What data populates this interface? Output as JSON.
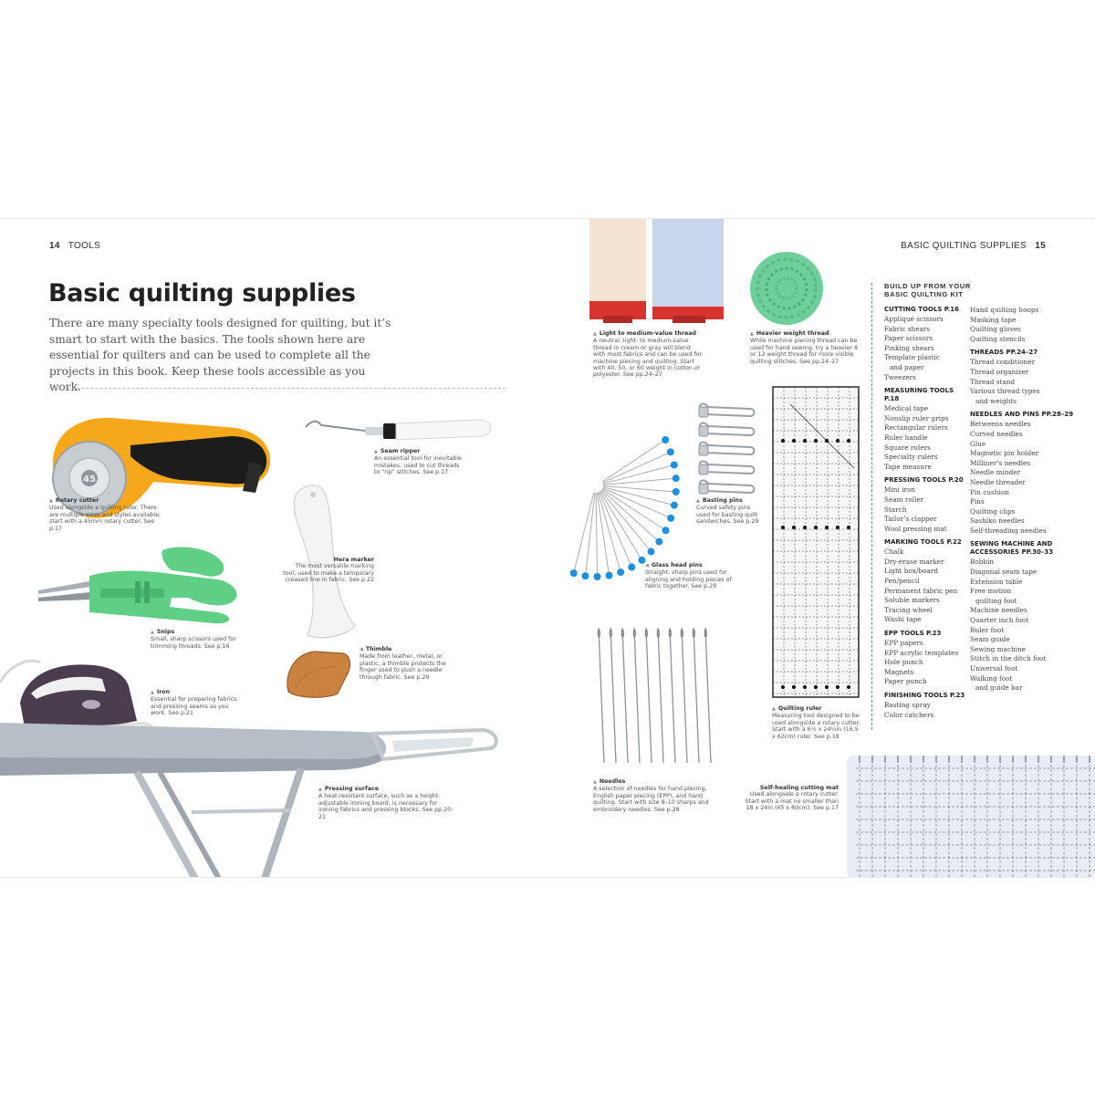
{
  "left_page": {
    "folio_number": "14",
    "folio_section": "TOOLS",
    "title": "Basic quilting supplies",
    "intro": "There are many specialty tools designed for quilting, but it’s smart to start with the basics. The tools shown here are essential for quilters and can be used to complete all the projects in this book. Keep these tools accessible as you work.",
    "captions": {
      "rotary_cutter": {
        "title": "Rotary cutter",
        "body": "Used alongside a quilting ruler. There are multiple sizes and styles available; start with a 45mm rotary cutter. See p.17"
      },
      "seam_ripper": {
        "title": "Seam ripper",
        "body": "An essential tool for inevitable mistakes; used to cut threads to “rip” stitches. See p.17"
      },
      "hera_marker": {
        "title": "Hera marker",
        "body": "The most versatile marking tool; used to make a temporary creased line in fabric. See p.22"
      },
      "snips": {
        "title": "Snips",
        "body": "Small, sharp scissors used for trimming threads. See p.16"
      },
      "thimble": {
        "title": "Thimble",
        "body": "Made from leather, metal, or plastic, a thimble protects the finger used to push a needle through fabric. See p.29"
      },
      "iron": {
        "title": "Iron",
        "body": "Essential for preparing fabrics and pressing seams as you work. See p.21"
      },
      "pressing_surface": {
        "title": "Pressing surface",
        "body": "A heat-resistant surface, such as a height-adjustable ironing board, is necessary for ironing fabrics and pressing blocks. See pp.20–21"
      }
    },
    "cutter_badge": "45"
  },
  "right_page": {
    "folio_section": "BASIC QUILTING SUPPLIES",
    "folio_number": "15",
    "captions": {
      "light_thread": {
        "title": "Light to medium-value thread",
        "body": "A neutral, light- to medium-value thread in cream or gray will blend with most fabrics and can be used for machine piecing and quilting. Start with 40, 50, or 60 weight in cotton or polyester. See pp.24–27"
      },
      "heavy_thread": {
        "title": "Heavier weight thread",
        "body": "While machine piecing thread can be used for hand sewing, try a heavier 8 or 12 weight thread for more visible quilting stitches. See pp.24–27"
      },
      "basting_pins": {
        "title": "Basting pins",
        "body": "Curved safety pins used for basting quilt sandwiches. See p.29"
      },
      "glass_pins": {
        "title": "Glass head pins",
        "body": "Straight, sharp pins used for aligning and holding pieces of fabric together. See p.29"
      },
      "quilting_ruler": {
        "title": "Quilting ruler",
        "body": "Measuring tool designed to be used alongside a rotary cutter. Start with a 6½ x 24½in (16.5 x 62cm) ruler. See p.18"
      },
      "needles": {
        "title": "Needles",
        "body": "A selection of needles for hand piecing, English paper piecing (EPP), and hand quilting. Start with size 8–10 sharps and embroidery needles. See p.28"
      },
      "cutting_mat": {
        "title": "Self-healing cutting mat",
        "body": "Used alongside a rotary cutter. Start with a mat no smaller than 18 x 24in (45 x 60cm). See p.17"
      }
    },
    "kit": {
      "heading_line1": "BUILD UP FROM YOUR",
      "heading_line2": "BASIC QUILTING KIT",
      "col1": [
        {
          "heading": "CUTTING TOOLS P.16",
          "items": [
            "Appliqué scissors",
            "Fabric shears",
            "Paper scissors",
            "Pinking shears",
            "Template plastic",
            "and paper",
            "Tweezers"
          ]
        },
        {
          "heading": "MEASURING TOOLS P.18",
          "items": [
            "Medical tape",
            "Nonslip ruler grips",
            "Rectangular rulers",
            "Ruler handle",
            "Square rulers",
            "Specialty rulers",
            "Tape measure"
          ]
        },
        {
          "heading": "PRESSING TOOLS P.20",
          "items": [
            "Mini iron",
            "Seam roller",
            "Starch",
            "Tailor’s clapper",
            "Wool pressing mat"
          ]
        },
        {
          "heading": "MARKING TOOLS P.22",
          "items": [
            "Chalk",
            "Dry-erase marker",
            "Light box/board",
            "Pen/pencil",
            "Permanent fabric pen",
            "Soluble markers",
            "Tracing wheel",
            "Washi tape"
          ]
        },
        {
          "heading": "EPP TOOLS P.23",
          "items": [
            "EPP papers",
            "EPP acrylic templates",
            "Hole punch",
            "Magnets",
            "Paper punch"
          ]
        },
        {
          "heading": "FINISHING TOOLS P.23",
          "items": [
            "Basting spray",
            "Color catchers"
          ]
        }
      ],
      "col2": [
        {
          "heading": "",
          "items": [
            "Hand quilting hoops",
            "Masking tape",
            "Quilting gloves",
            "Quilting stencils"
          ]
        },
        {
          "heading": "THREADS PP.24–27",
          "items": [
            "Thread conditioner",
            "Thread organizer",
            "Thread stand",
            "Various thread types",
            "and weights"
          ]
        },
        {
          "heading": "NEEDLES AND PINS PP.28–29",
          "items": [
            "Betweens needles",
            "Curved needles",
            "Glue",
            "Magnetic pin holder",
            "Milliner’s needles",
            "Needle minder",
            "Needle threader",
            "Pin cushion",
            "Pins",
            "Quilting clips",
            "Sashiko needles",
            "Self-threading needles"
          ]
        },
        {
          "heading": "SEWING MACHINE AND ACCESSORIES PP.30–33",
          "items": [
            "Bobbin",
            "Diagonal seam tape",
            "Extension table",
            "Free motion",
            "quilting foot",
            "Machine needles",
            "Quarter inch foot",
            "Ruler foot",
            "Seam guide",
            "Sewing machine",
            "Stitch in the ditch foot",
            "Universal foot",
            "Walking foot",
            "and guide bar"
          ]
        }
      ]
    }
  },
  "colors": {
    "accent_green": "#3aa676",
    "cutter_yellow": "#f6a81c",
    "snips_green": "#5fcf86",
    "thread_green": "#6fcf9b",
    "pin_blue": "#1f8fe0",
    "thimble_tan": "#c98240"
  }
}
